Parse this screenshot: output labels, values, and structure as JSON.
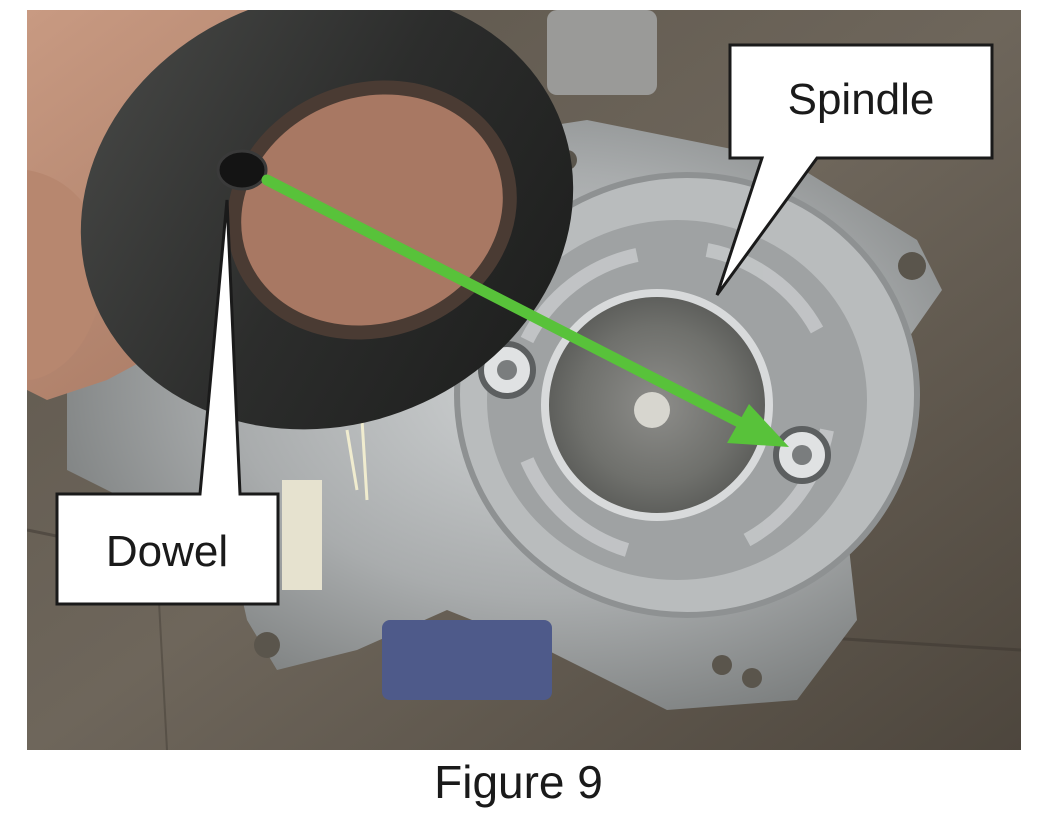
{
  "figure": {
    "caption": "Figure 9",
    "callouts": {
      "spindle": "Spindle",
      "dowel": "Dowel"
    },
    "arrow_color": "#58c23a"
  }
}
